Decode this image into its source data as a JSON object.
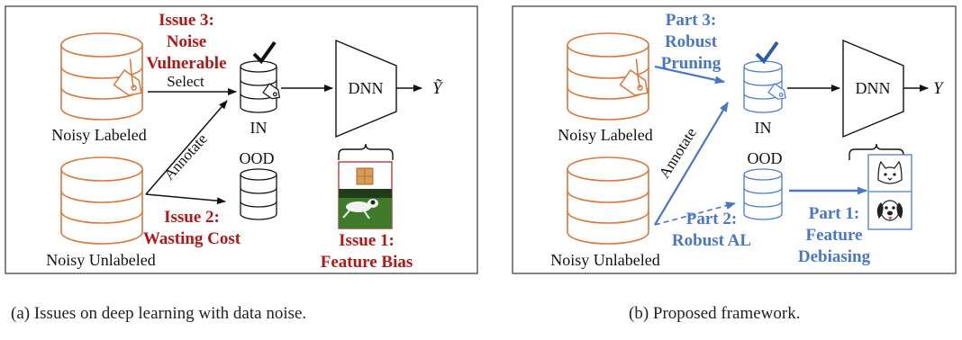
{
  "colors": {
    "panel_border": "#444444",
    "db_orange": "#d9773f",
    "db_blue": "#4a7ccc",
    "issue_red": "#b01818",
    "part_blue": "#4a77c4",
    "ink": "#111111"
  },
  "panel_a": {
    "caption": "(a) Issues on deep learning with data noise.",
    "noisy_labeled": "Noisy Labeled",
    "noisy_unlabeled": "Noisy Unlabeled",
    "select": "Select",
    "annotate": "Annotate",
    "in_label": "IN",
    "ood_label": "OOD",
    "dnn": "DNN",
    "output": "Ỹ",
    "issue3": [
      "Issue 3:",
      "Noise",
      "Vulnerable"
    ],
    "issue2": [
      "Issue 2:",
      "Wasting Cost"
    ],
    "issue1": [
      "Issue 1:",
      "Feature Bias"
    ]
  },
  "panel_b": {
    "caption": "(b) Proposed framework.",
    "noisy_labeled": "Noisy Labeled",
    "noisy_unlabeled": "Noisy Unlabeled",
    "annotate": "Annotate",
    "in_label": "IN",
    "ood_label": "OOD",
    "dnn": "DNN",
    "output": "Y",
    "part3": [
      "Part 3:",
      "Robust",
      "Pruning"
    ],
    "part2": [
      "Part 2:",
      "Robust AL"
    ],
    "part1": [
      "Part 1:",
      "Feature",
      "Debiasing"
    ]
  },
  "icons": [
    "database-icon",
    "tag-icon",
    "checkmark-icon",
    "cat-face-icon",
    "dog-face-icon",
    "photo-icon"
  ]
}
